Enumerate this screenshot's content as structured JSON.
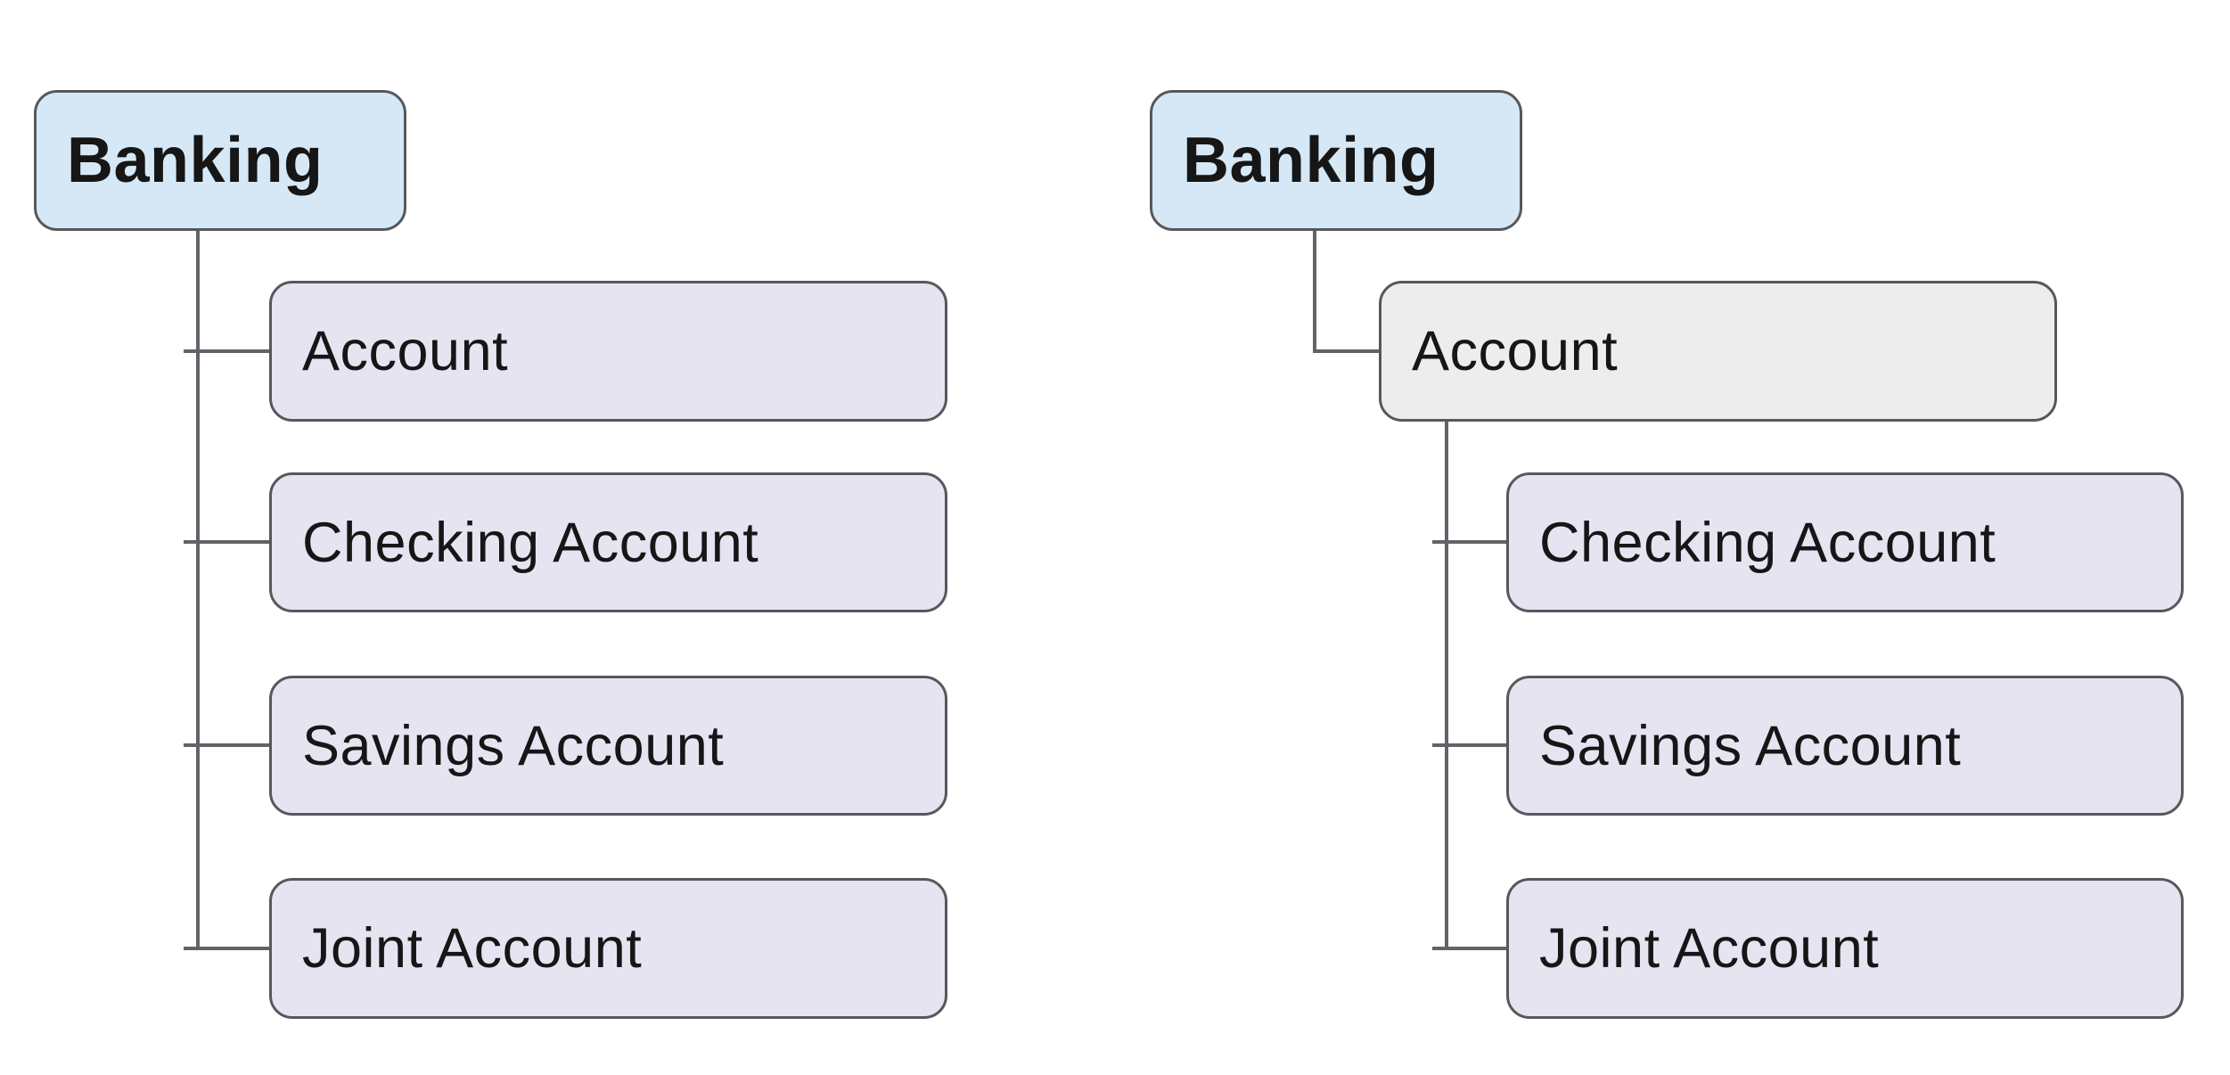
{
  "diagram": {
    "description": "Two side-by-side tree diagrams of banking account categories",
    "left_tree": {
      "root": {
        "label": "Banking"
      },
      "children": [
        {
          "label": "Account"
        },
        {
          "label": "Checking Account"
        },
        {
          "label": "Savings Account"
        },
        {
          "label": "Joint Account"
        }
      ]
    },
    "right_tree": {
      "root": {
        "label": "Banking"
      },
      "children": [
        {
          "label": "Account",
          "children": [
            {
              "label": "Checking Account"
            },
            {
              "label": "Savings Account"
            },
            {
              "label": "Joint Account"
            }
          ]
        }
      ]
    },
    "colors": {
      "background": "#ffffff",
      "root_fill": "#d6e8f5",
      "child_fill": "#e6e4f1",
      "account_gray_fill": "#ededed",
      "node_border": "#56585c",
      "connector": "#606368",
      "text": "#161616"
    }
  }
}
